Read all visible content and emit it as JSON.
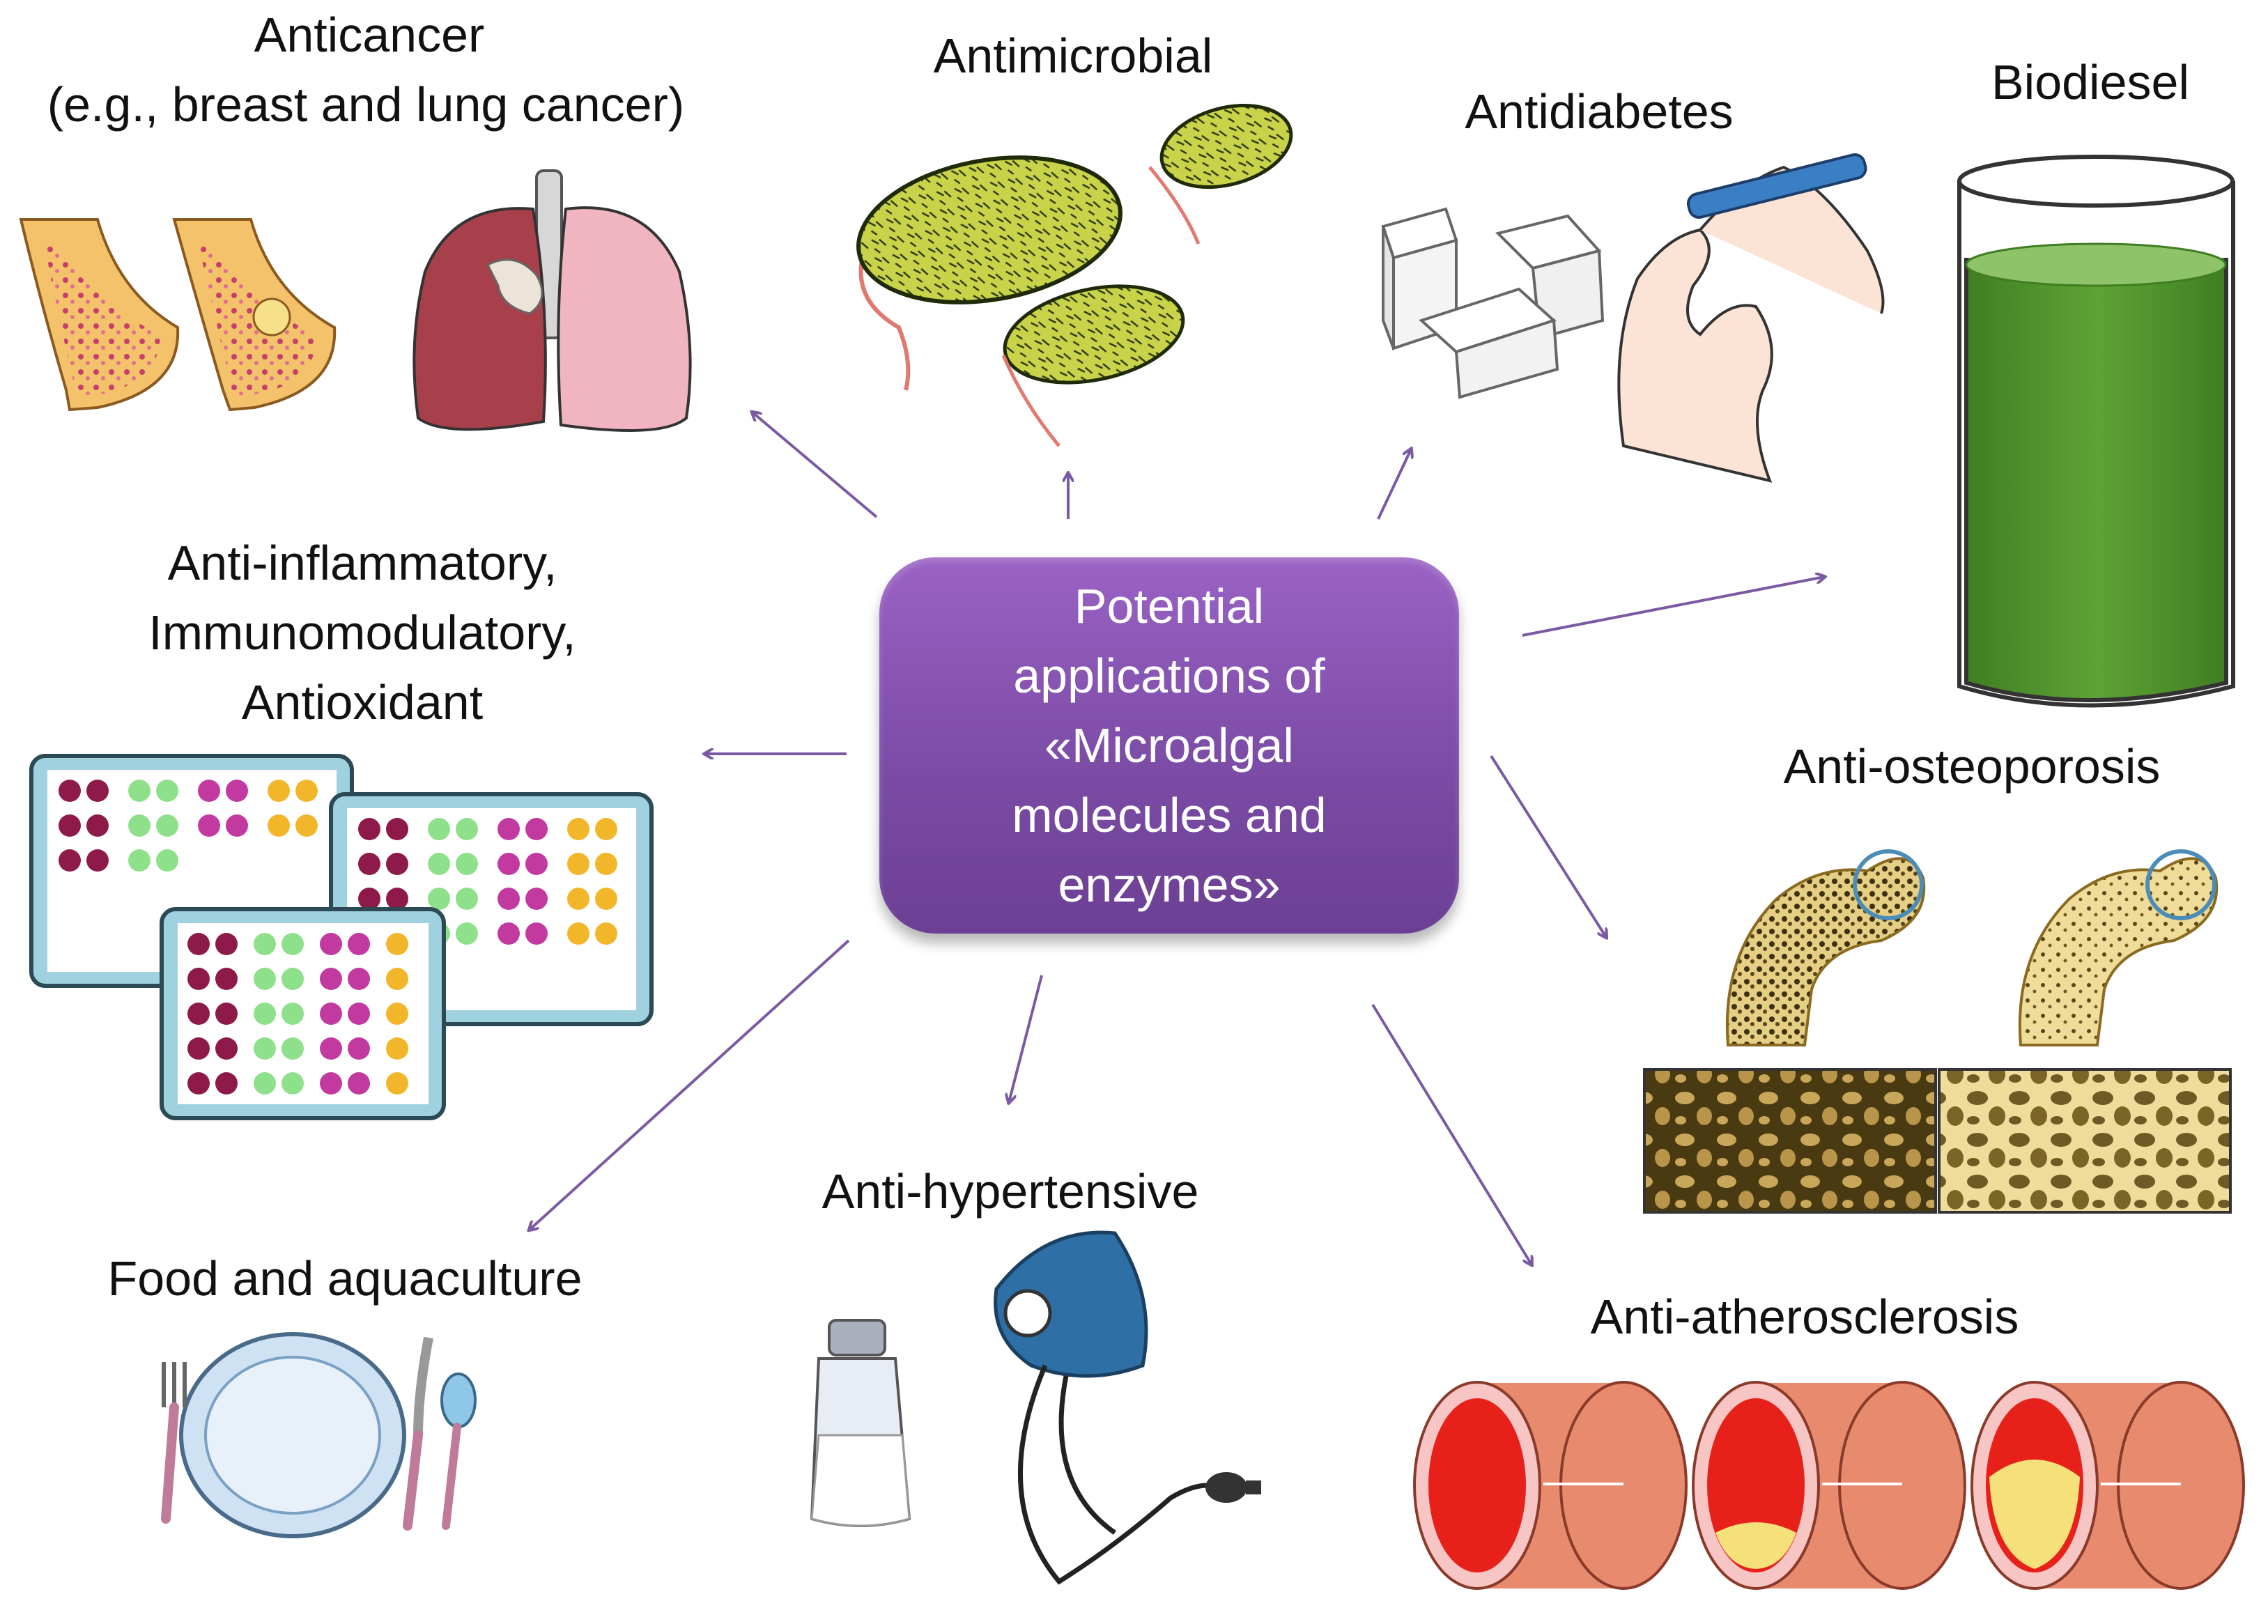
{
  "center": {
    "lines": [
      "Potential",
      "applications of",
      "«Microalgal",
      "molecules and",
      "enzymes»"
    ]
  },
  "labels": {
    "anticancer_1": "Anticancer",
    "anticancer_2": "(e.g., breast and lung cancer)",
    "antimicrobial": "Antimicrobial",
    "antidiabetes": "Antidiabetes",
    "biodiesel": "Biodiesel",
    "antiinflammatory_1": "Anti-inflammatory,",
    "antiinflammatory_2": "Immunomodulatory,",
    "antiinflammatory_3": "Antioxidant",
    "antiosteoporosis": "Anti-osteoporosis",
    "antihypertensive": "Anti-hypertensive",
    "food": "Food and aquaculture",
    "antiatherosclerosis": "Anti-atherosclerosis"
  },
  "colors": {
    "center_box": "#8a55b4",
    "arrow": "#7a5aa2",
    "bacteria": "#c8d34a",
    "biodiesel": "#5a9a32",
    "lung": "#b24a55",
    "bone": "#e8d89a",
    "artery": "#e88a6e",
    "cuff": "#2e6fa6"
  }
}
